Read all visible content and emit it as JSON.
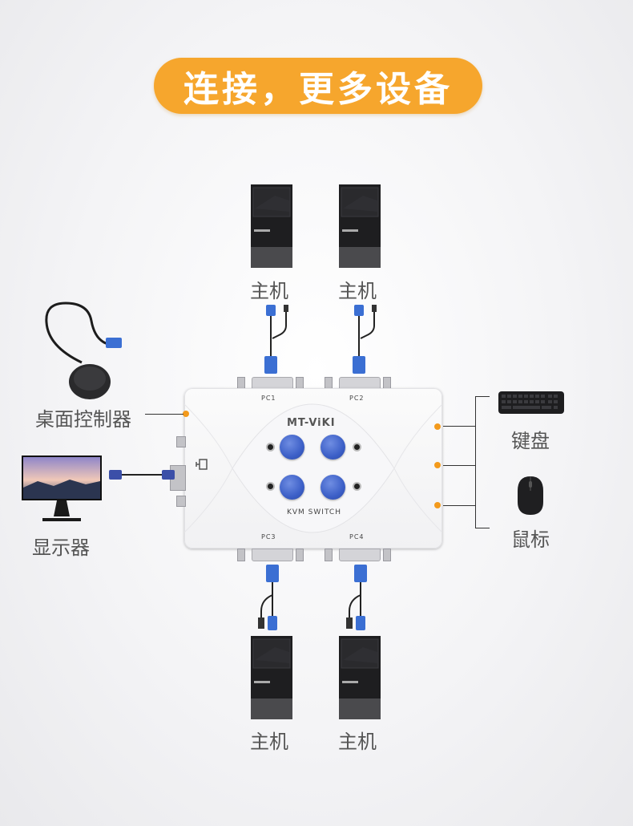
{
  "title": "连接，更多设备",
  "pc_label": "主机",
  "labels": {
    "controller": "桌面控制器",
    "monitor": "显示器",
    "keyboard": "键盘",
    "mouse": "鼠标"
  },
  "kvm": {
    "brand": "MT-ViKI",
    "model": "KVM SWITCH",
    "ports": [
      "PC1",
      "PC2",
      "PC3",
      "PC4"
    ]
  },
  "colors": {
    "accent": "#f6a62d",
    "button": "#3c5fc7",
    "cable_connector": "#3b6fd3",
    "dot": "#f39a1c"
  },
  "icons": [
    "pc-tower-icon",
    "monitor-icon",
    "keyboard-icon",
    "mouse-icon",
    "desktop-controller-icon",
    "vga-cable-icon"
  ]
}
